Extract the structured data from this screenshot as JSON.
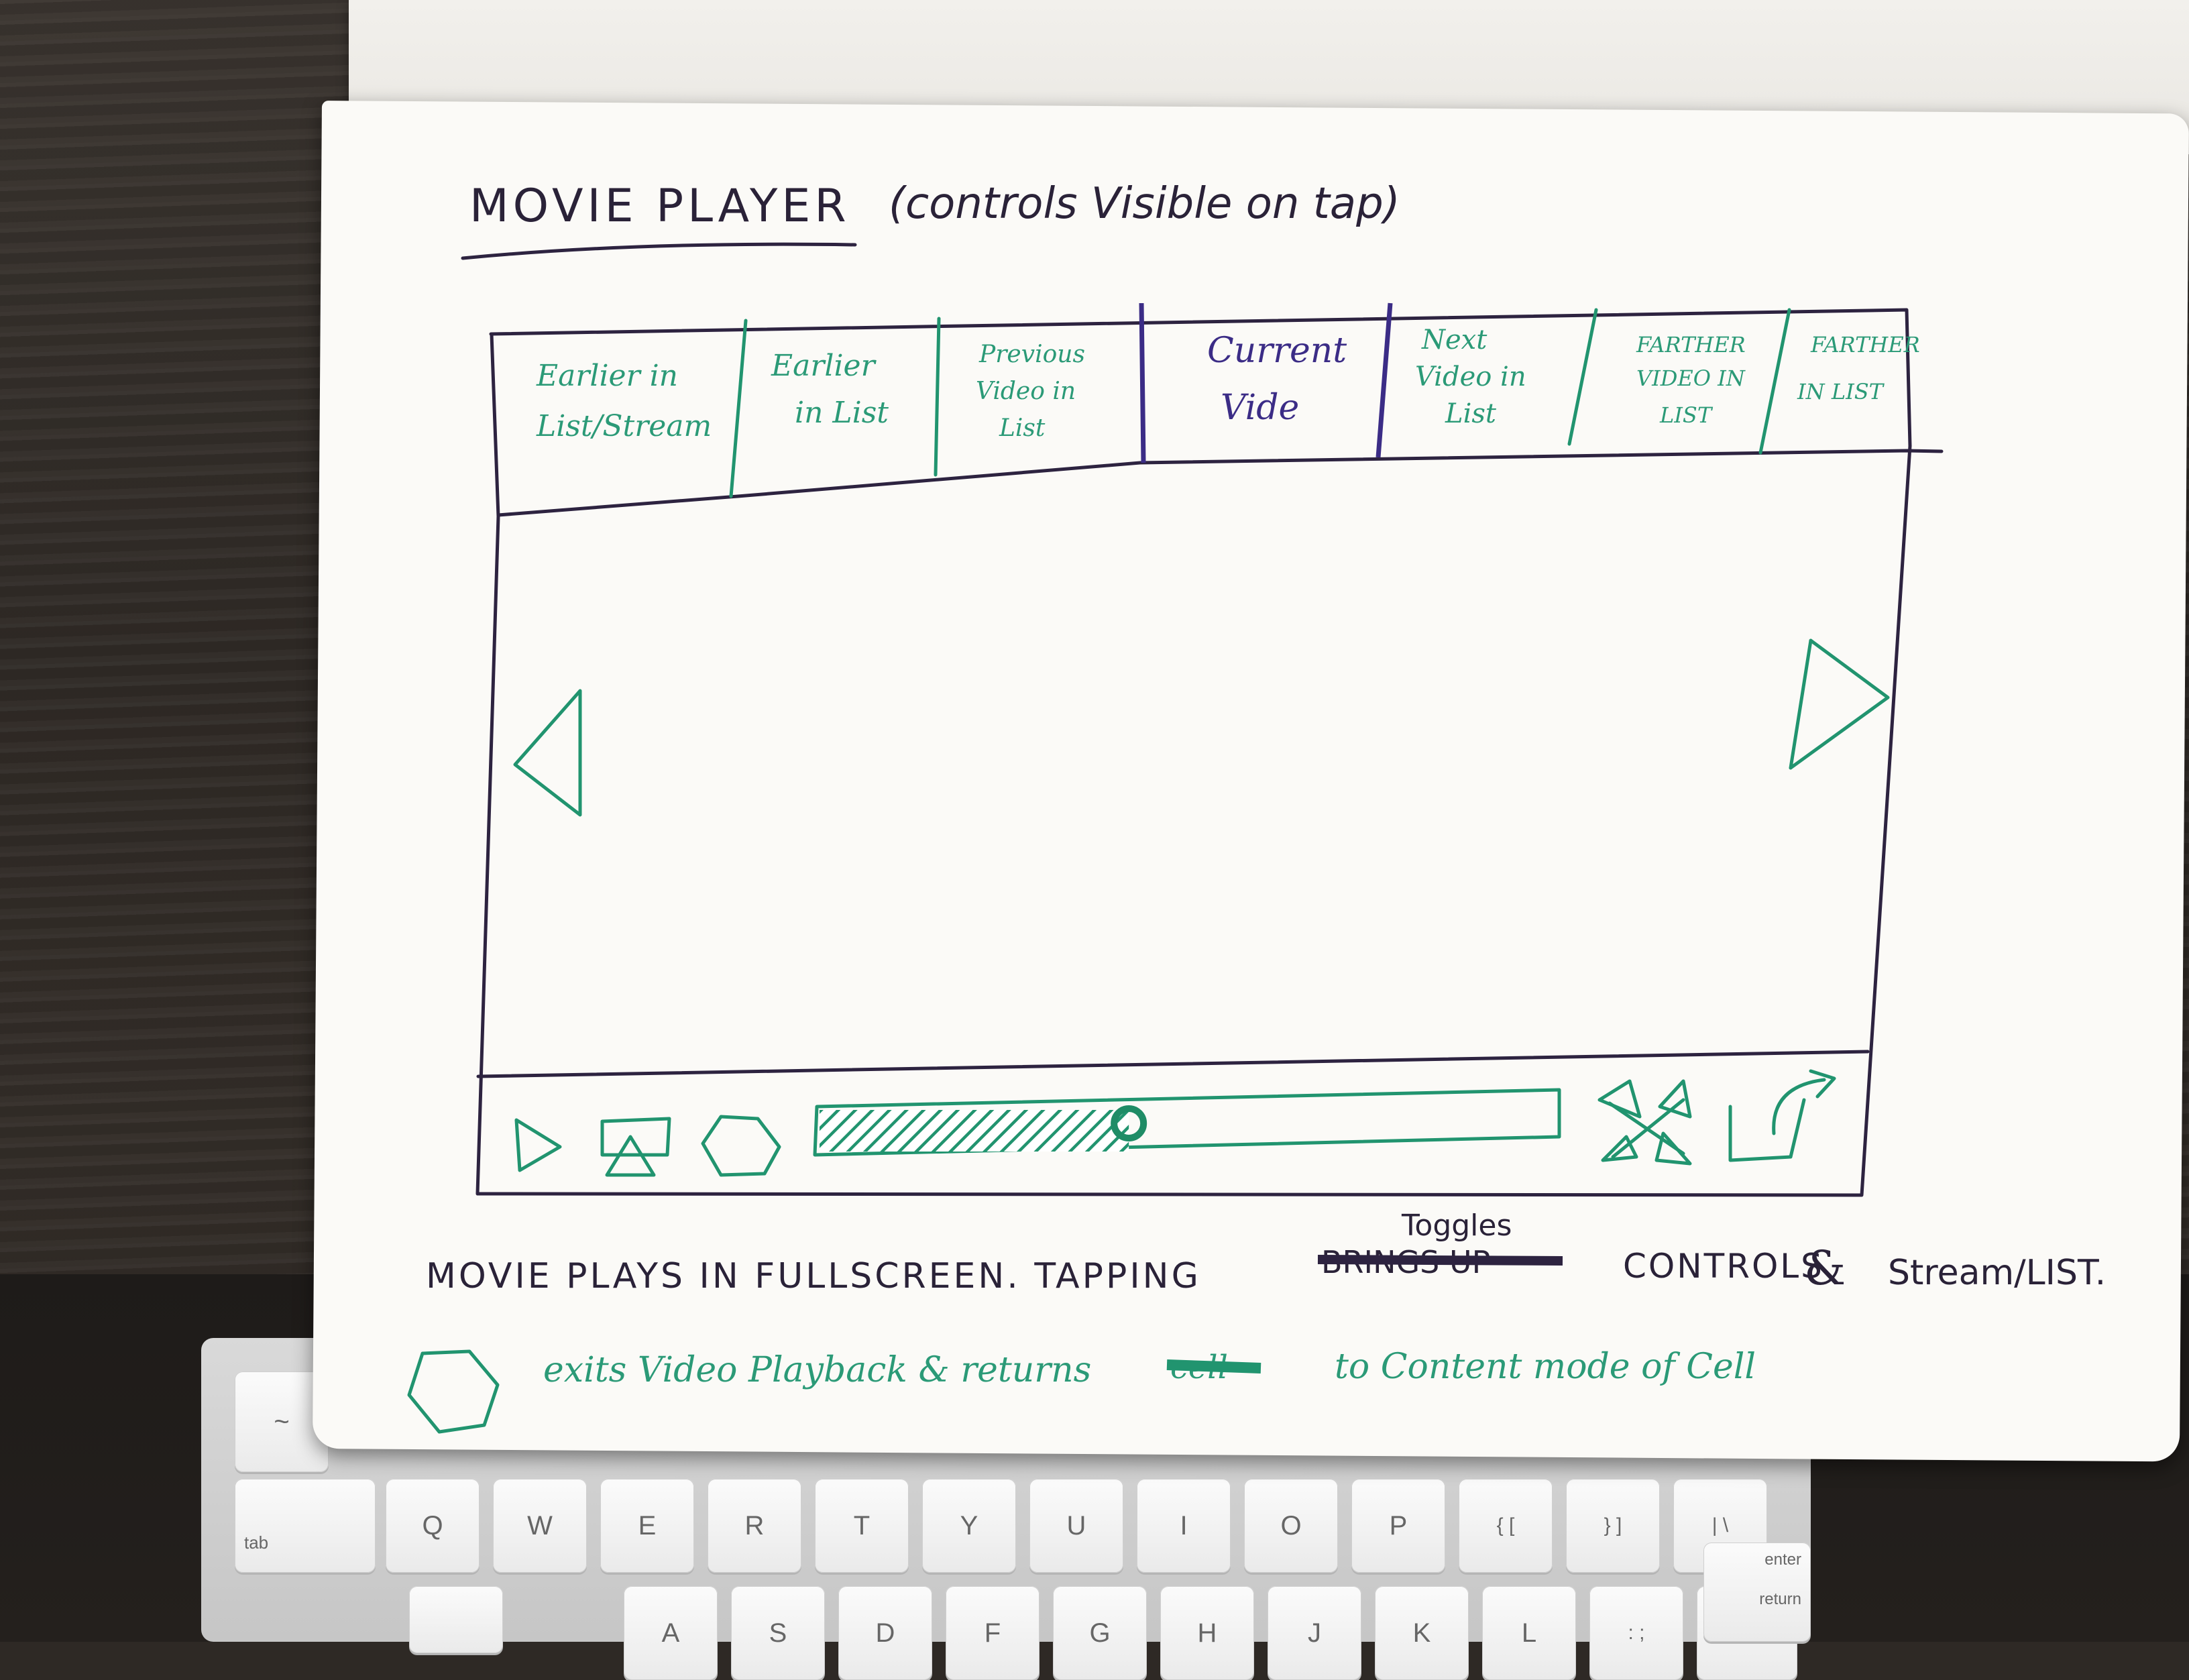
{
  "sketch": {
    "title": "MOVIE PLAYER",
    "subtitle": "(controls Visible on tap)",
    "filmstrip": [
      {
        "line1": "Earlier in",
        "line2": "List/Stream"
      },
      {
        "line1": "Earlier",
        "line2": "in List"
      },
      {
        "line1": "Previous",
        "line2": "Video in",
        "line3": "List"
      },
      {
        "line1": "Current",
        "line2": "Vide"
      },
      {
        "line1": "Next",
        "line2": "Video in",
        "line3": "List"
      },
      {
        "line1": "FARTHER",
        "line2": "VIDEO IN",
        "line3": "LIST"
      },
      {
        "line1": "FARTHER",
        "line2": "IN LIST"
      }
    ],
    "note1": {
      "text_a": "MOVIE PLAYS IN FULLSCREEN. TAPPING",
      "strike": "BRINGS UP",
      "insert": "Toggles",
      "text_b": "CONTROLS",
      "text_c": "Stream/LIST."
    },
    "note2": {
      "text_a": "exits Video Playback & returns",
      "strike": "cell",
      "text_b": "to Content mode of Cell"
    },
    "icons": [
      "play-icon",
      "airplay-icon",
      "stop-octagon-icon",
      "scrubber-knob-icon",
      "fullscreen-arrows-icon",
      "share-icon",
      "prev-arrow-icon",
      "next-arrow-icon"
    ],
    "colors": {
      "ink_dark": "#2d2340",
      "ink_green": "#21946f",
      "ink_purple": "#3b2c86",
      "paper": "#fbfaf7"
    },
    "progress": 0.42
  },
  "keyboard": {
    "row1": [
      "~",
      "Q",
      "W",
      "E",
      "R",
      "T",
      "Y",
      "U",
      "I",
      "O",
      "P",
      "{ [",
      "} ]",
      "| \\"
    ],
    "tab_label": "tab",
    "row2": [
      "A",
      "S",
      "D",
      "F",
      "G",
      "H",
      "J",
      "K",
      "L",
      ": ;",
      "\" '"
    ],
    "enter_label": "enter",
    "return_label": "return"
  }
}
